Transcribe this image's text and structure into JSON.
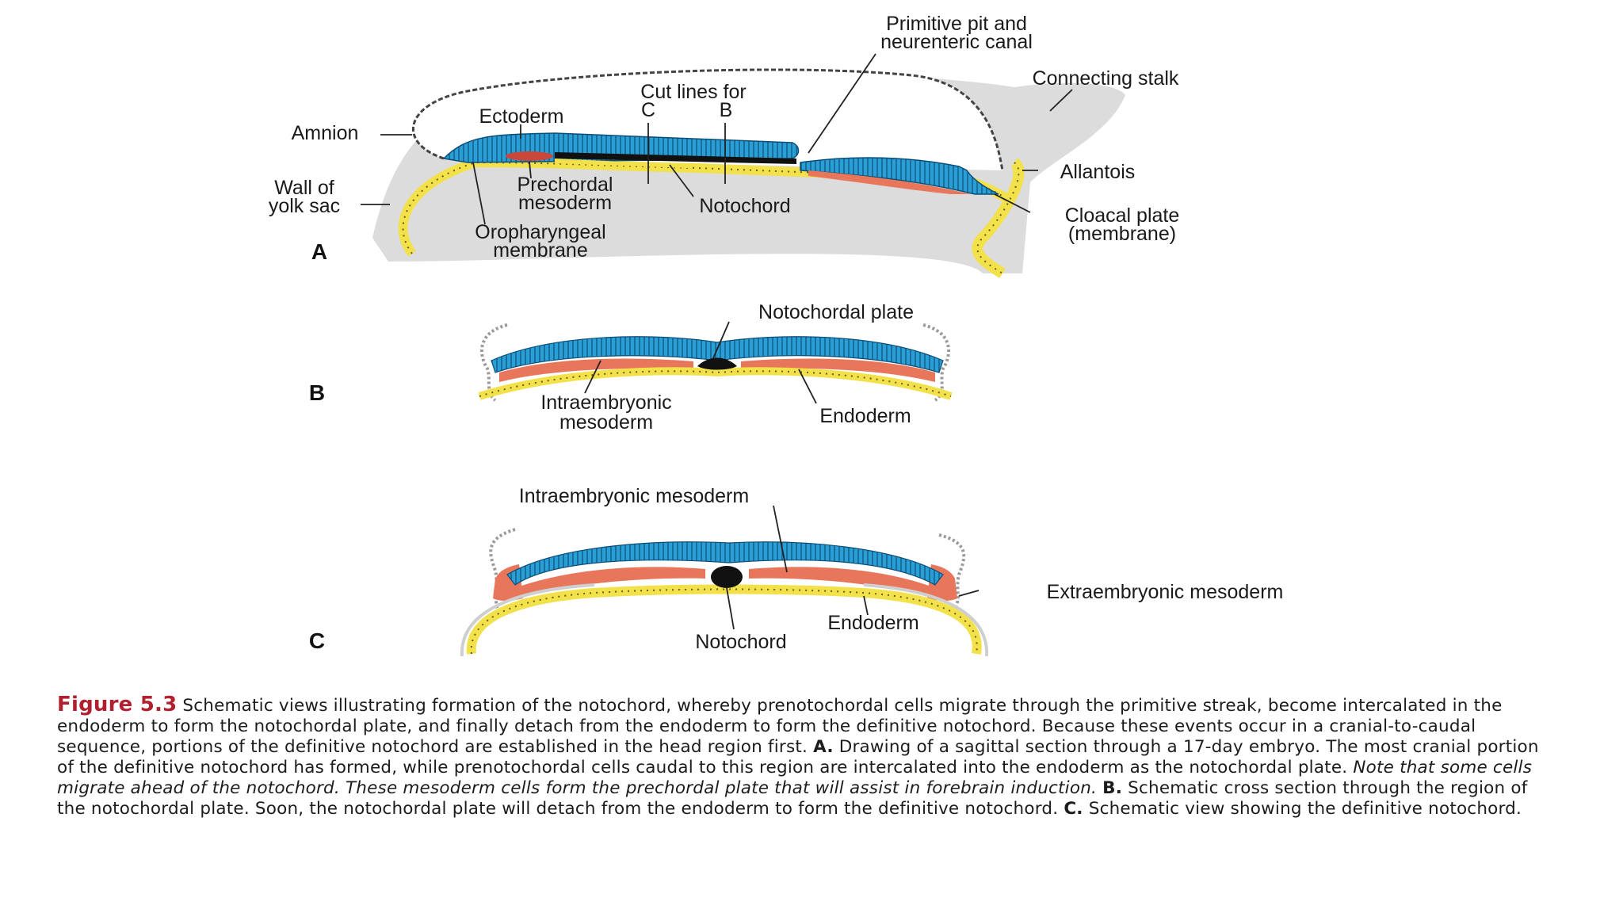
{
  "panels": {
    "a": {
      "letter": "A",
      "labels": {
        "primitive_pit_1": "Primitive pit and",
        "primitive_pit_2": "neurenteric canal",
        "connecting_stalk": "Connecting stalk",
        "cut_lines": "Cut lines for",
        "cut_c": "C",
        "cut_b": "B",
        "ectoderm": "Ectoderm",
        "amnion": "Amnion",
        "allantois": "Allantois",
        "wall_yolk_1": "Wall of",
        "wall_yolk_2": "yolk sac",
        "prechordal_1": "Prechordal",
        "prechordal_2": "mesoderm",
        "notochord": "Notochord",
        "cloacal_1": "Cloacal plate",
        "cloacal_2": "(membrane)",
        "oropharyngeal_1": "Oropharyngeal",
        "oropharyngeal_2": "membrane"
      }
    },
    "b": {
      "letter": "B",
      "labels": {
        "notochordal_plate": "Notochordal plate",
        "intra_1": "Intraembryonic",
        "intra_2": "mesoderm",
        "endoderm": "Endoderm"
      }
    },
    "c": {
      "letter": "C",
      "labels": {
        "intra": "Intraembryonic mesoderm",
        "extra": "Extraembryonic mesoderm",
        "endoderm": "Endoderm",
        "notochord": "Notochord"
      }
    }
  },
  "colors": {
    "ectoderm": "#2a9fd6",
    "mesoderm": "#e8765a",
    "endoderm_yellow": "#f2e14a",
    "notochord": "#111111",
    "shadow": "#dcdcdc"
  },
  "caption": {
    "figure": "Figure 5.3",
    "s1": " Schematic views illustrating formation of the notochord, whereby prenotochordal cells migrate through the primitive streak, become intercalated in the endoderm to form the notochordal plate, and finally detach from the endoderm to form the definitive notochord. Because these events occur in a cranial-to-caudal sequence, portions of the definitive notochord are established in the head region first. ",
    "a": "A.",
    "s2": " Drawing of a sagittal section through a 17-day embryo. The most cranial portion of the definitive notochord has formed, while prenotochordal cells caudal to this region are intercalated into the endoderm as the notochordal plate. ",
    "italic": "Note that some cells migrate ahead of the notochord. These mesoderm cells form the prechordal plate that will assist in forebrain induction.",
    "s3": " ",
    "b": "B.",
    "s4": " Schematic cross section through the region of the notochordal plate. Soon, the notochordal plate will detach from the endoderm to form the definitive notochord. ",
    "c": "C.",
    "s5": " Schematic view showing the definitive notochord."
  }
}
